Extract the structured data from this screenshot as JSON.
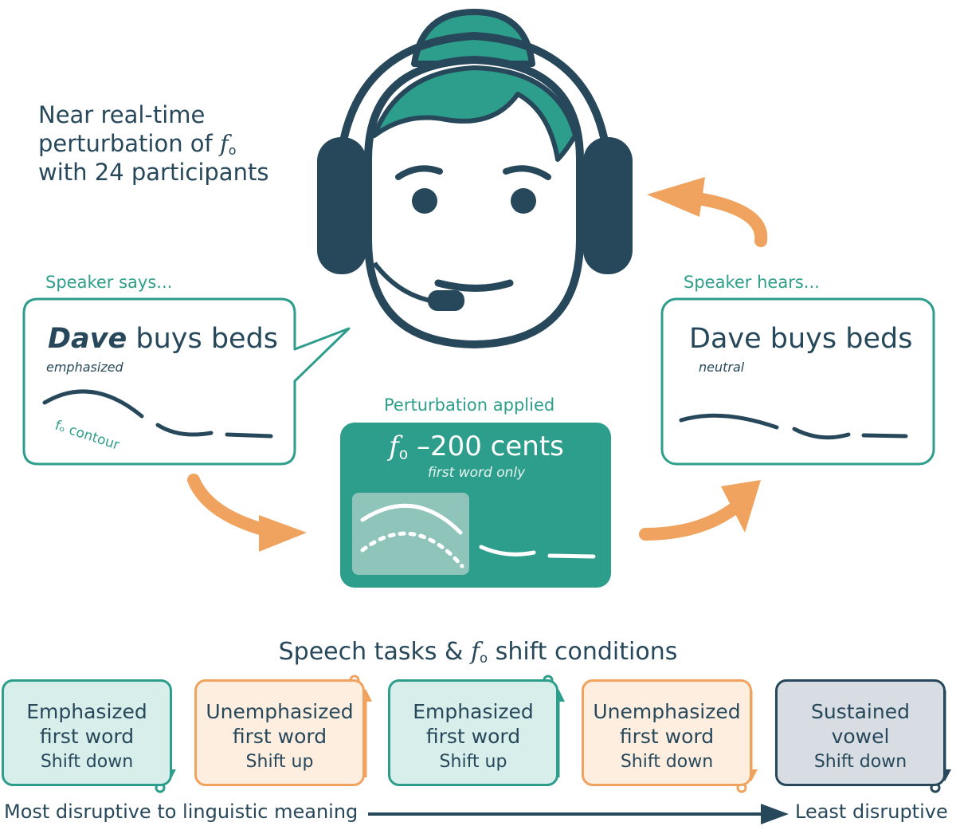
{
  "title": {
    "line1": "Near real-time",
    "line2_prefix": "perturbation of ",
    "line2_symbol": "f",
    "line2_subscript": "o",
    "line3": "with 24 participants"
  },
  "speaker_says": {
    "caption": "Speaker says...",
    "word_emphasized": "Dave",
    "rest": " buys beds",
    "note": "emphasized",
    "contour_label": "fₒ contour"
  },
  "perturbation": {
    "caption": "Perturbation applied",
    "symbol": "f",
    "subscript": "o",
    "amount": " –200 cents",
    "note": "first word only"
  },
  "speaker_hears": {
    "caption": "Speaker hears...",
    "sentence": "Dave buys beds",
    "note": "neutral"
  },
  "tasks": {
    "title_prefix": "Speech tasks & ",
    "title_symbol": "f",
    "title_subscript": "o",
    "title_suffix": " shift conditions",
    "items": [
      {
        "line1": "Emphasized",
        "line2": "first word",
        "shift": "Shift down",
        "direction": "down",
        "color": "teal"
      },
      {
        "line1": "Unemphasized",
        "line2": "first word",
        "shift": "Shift up",
        "direction": "up",
        "color": "orange"
      },
      {
        "line1": "Emphasized",
        "line2": "first word",
        "shift": "Shift up",
        "direction": "up",
        "color": "teal"
      },
      {
        "line1": "Unemphasized",
        "line2": "first word",
        "shift": "Shift down",
        "direction": "down",
        "color": "orange"
      },
      {
        "line1": "Sustained",
        "line2": "vowel",
        "shift": "Shift down",
        "direction": "down",
        "color": "slate"
      }
    ]
  },
  "scale": {
    "left": "Most disruptive to linguistic meaning",
    "right": "Least disruptive"
  },
  "colors": {
    "navy": "#27485a",
    "teal": "#2e9e8c",
    "orange": "#f0a35e",
    "light_teal": "#d7eeea",
    "light_orange": "#fdeee0",
    "light_slate": "#d7dde2"
  }
}
